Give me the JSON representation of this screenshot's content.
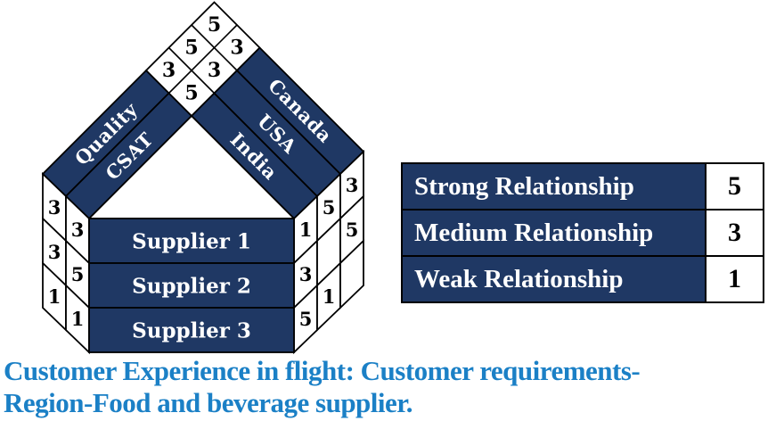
{
  "colors": {
    "navy": "#1F3864",
    "caption_blue": "#1B80C6",
    "cell_white": "#FFFFFF",
    "line_black": "#000000"
  },
  "house": {
    "left_bands": [
      {
        "label": "Quality"
      },
      {
        "label": "CSAT"
      }
    ],
    "right_bands": [
      {
        "label": "India"
      },
      {
        "label": "USA"
      },
      {
        "label": "Canada"
      }
    ],
    "suppliers": [
      {
        "label": "Supplier 1"
      },
      {
        "label": "Supplier 2"
      },
      {
        "label": "Supplier 3"
      }
    ],
    "roof_cells": [
      {
        "left": "Quality",
        "right": "Canada",
        "value": "5"
      },
      {
        "left": "Quality",
        "right": "USA",
        "value": "5"
      },
      {
        "left": "CSAT",
        "right": "Canada",
        "value": "3"
      },
      {
        "left": "Quality",
        "right": "India",
        "value": "3"
      },
      {
        "left": "CSAT",
        "right": "USA",
        "value": "3"
      },
      {
        "left": "CSAT",
        "right": "India",
        "value": "5"
      }
    ],
    "left_wall_columns": [
      {
        "band": "Quality",
        "values": [
          "3",
          "3",
          "1"
        ]
      },
      {
        "band": "CSAT",
        "values": [
          "3",
          "5",
          "1"
        ]
      }
    ],
    "right_wall_columns": [
      {
        "band": "India",
        "values": [
          "1",
          "3",
          "5"
        ]
      },
      {
        "band": "USA",
        "values": [
          "5",
          "",
          "1"
        ]
      },
      {
        "band": "Canada",
        "values": [
          "3",
          "5",
          ""
        ]
      }
    ]
  },
  "legend": {
    "rows": [
      {
        "label": "Strong Relationship",
        "value": "5"
      },
      {
        "label": "Medium Relationship",
        "value": "3"
      },
      {
        "label": "Weak Relationship",
        "value": "1"
      }
    ]
  },
  "caption": {
    "line1": "Customer Experience in flight: Customer requirements-",
    "line2": "Region-Food and beverage supplier."
  }
}
